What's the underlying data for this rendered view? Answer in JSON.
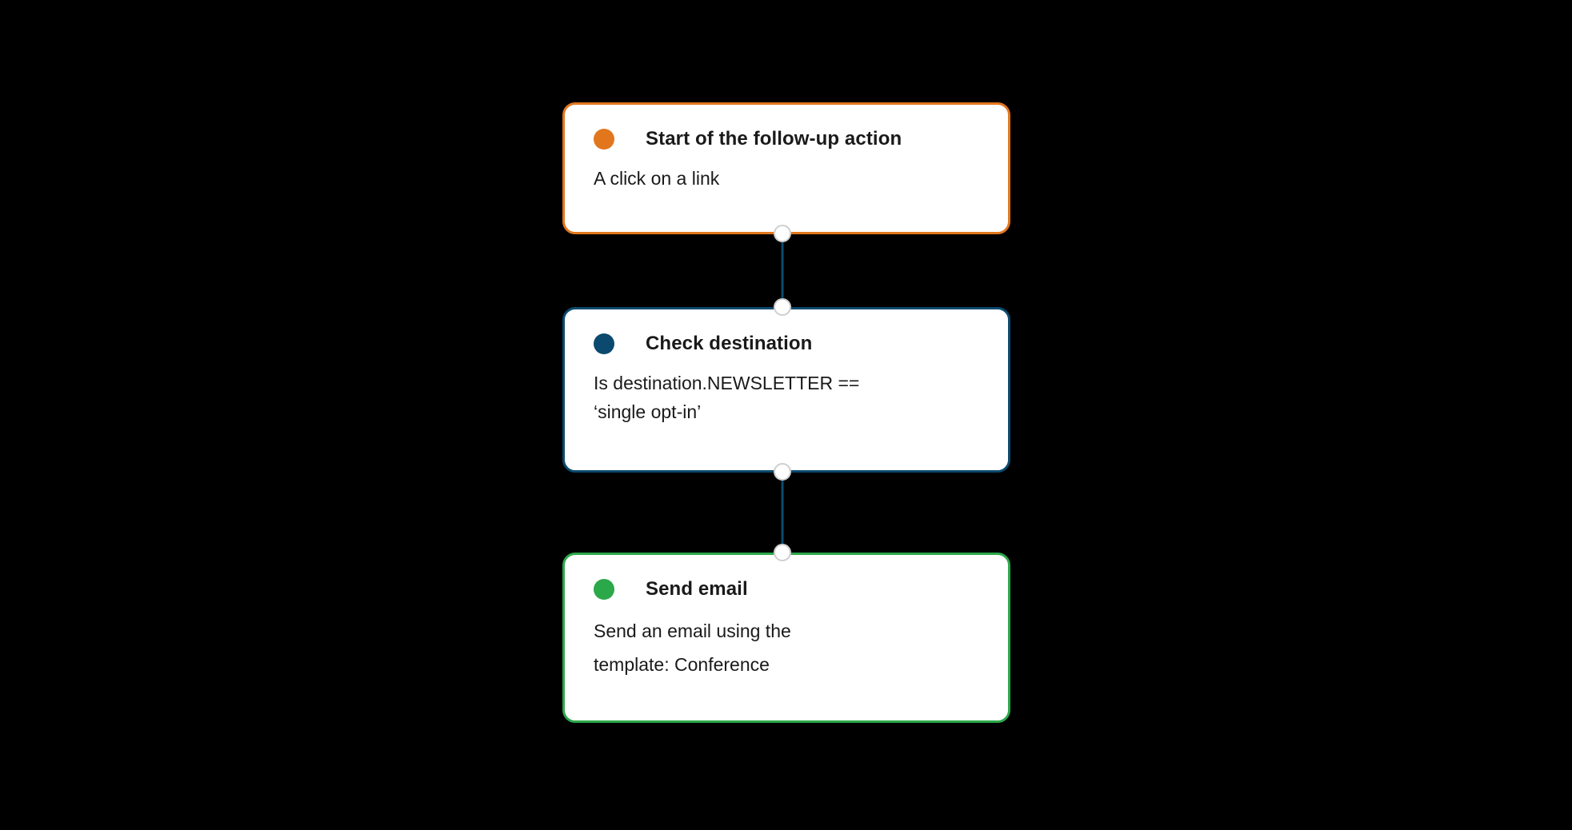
{
  "canvas": {
    "background_color": "#000000",
    "label": "workflow-canvas"
  },
  "palette": {
    "trigger_orange": "#e2761d",
    "condition_blue": "#0b4a6e",
    "action_green": "#2ba84a",
    "edge_blue": "#0b4a6e",
    "node_background": "#ffffff",
    "handle_fill": "#ffffff",
    "handle_border": "#cfcfcf",
    "text_color": "#1a1a1a"
  },
  "nodes": [
    {
      "id": "trigger",
      "type": "trigger",
      "dot_icon": "status-dot-orange",
      "title": "Start of the follow-up action",
      "description": "A click on a link",
      "accent_color": "#e2761d"
    },
    {
      "id": "condition",
      "type": "condition",
      "dot_icon": "status-dot-blue",
      "title": "Check destination",
      "description": "Is destination.NEWSLETTER == ‘single opt-in’",
      "accent_color": "#0b4a6e"
    },
    {
      "id": "action",
      "type": "action",
      "dot_icon": "status-dot-green",
      "title": "Send email",
      "description_line1": "Send an email using the",
      "description_line2": "template: Conference",
      "accent_color": "#2ba84a"
    }
  ],
  "edges": [
    {
      "id": "edge-trigger-condition",
      "from": "trigger",
      "to": "condition",
      "color": "#0b4a6e"
    },
    {
      "id": "edge-condition-action",
      "from": "condition",
      "to": "action",
      "color": "#0b4a6e"
    }
  ],
  "handles": [
    {
      "id": "handle-trigger-source",
      "node": "trigger",
      "side": "bottom"
    },
    {
      "id": "handle-condition-target",
      "node": "condition",
      "side": "top"
    },
    {
      "id": "handle-condition-source",
      "node": "condition",
      "side": "bottom"
    },
    {
      "id": "handle-action-target",
      "node": "action",
      "side": "top"
    }
  ]
}
